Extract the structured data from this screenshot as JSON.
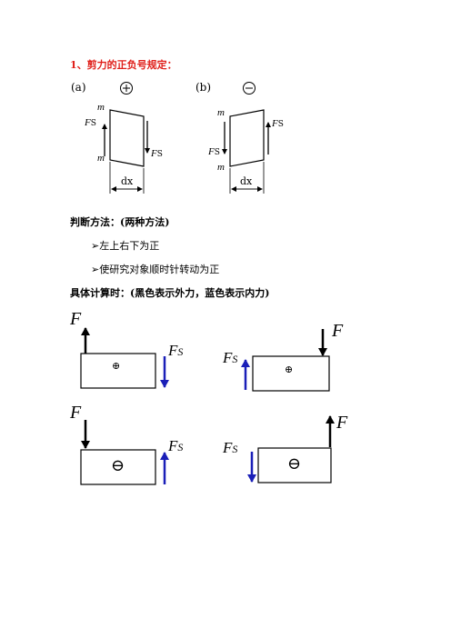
{
  "heading": "1、剪力的正负号规定：",
  "fig_top": {
    "a": {
      "label": "(a)",
      "sign": "+",
      "m_top": "m",
      "m_bottom": "m",
      "fs_left": "F",
      "fs_left_sub": "S",
      "fs_right": "F",
      "fs_right_sub": "S",
      "dx": "dx"
    },
    "b": {
      "label": "(b)",
      "sign": "−",
      "m_top": "m",
      "m_bottom": "m",
      "fs_left": "F",
      "fs_left_sub": "S",
      "fs_right": "F",
      "fs_right_sub": "S",
      "dx": "dx"
    }
  },
  "method_title": "判断方法：(两种方法)",
  "rules": [
    "➢左上右下为正",
    "➢使研究对象顺时针转动为正"
  ],
  "calc_title": "具体计算时：(黑色表示外力，蓝色表示内力)",
  "cases": {
    "c1": {
      "F": "F",
      "FS": "F",
      "FS_sub": "S",
      "sign": "⊕"
    },
    "c2": {
      "F": "F",
      "FS": "F",
      "FS_sub": "S",
      "sign": "⊕"
    },
    "c3": {
      "F": "F",
      "FS": "F",
      "FS_sub": "S",
      "sign": "⊖"
    },
    "c4": {
      "F": "F",
      "FS": "F",
      "FS_sub": "S",
      "sign": "⊖"
    }
  },
  "colors": {
    "heading": "#e0201b",
    "external_force": "#000000",
    "internal_force": "#1a1fb8"
  }
}
